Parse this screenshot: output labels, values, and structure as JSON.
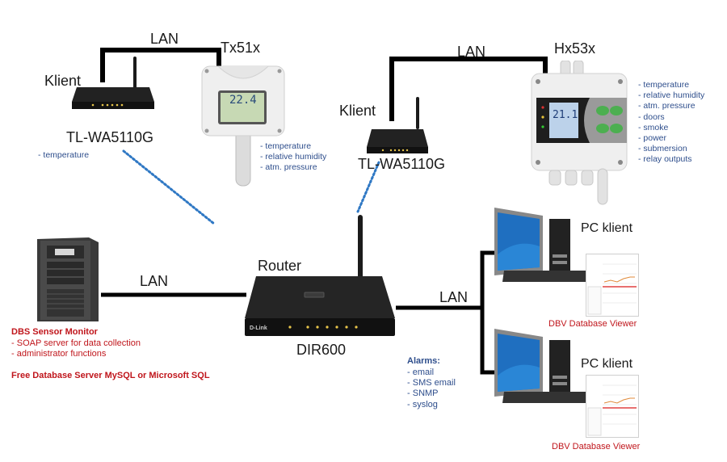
{
  "network": {
    "lan_label": "LAN",
    "links": {
      "top_left_lan": "LAN",
      "top_right_lan": "LAN",
      "server_lan": "LAN",
      "pc_lan": "LAN"
    }
  },
  "nodes": {
    "client_left": {
      "role": "Klient",
      "model": "TL-WA5110G",
      "capabilities": [
        "temperature"
      ]
    },
    "sensor_tx51x": {
      "name": "Tx51x",
      "display_value": "22.4",
      "capabilities": [
        "temperature",
        "relative humidity",
        "atm. pressure"
      ]
    },
    "client_right": {
      "role": "Klient",
      "model": "TL-WA5110G"
    },
    "sensor_hx53x": {
      "name": "Hx53x",
      "display_value": "21.1",
      "capabilities": [
        "temperature",
        "relative humidity",
        "atm.  pressure",
        "doors",
        "smoke",
        "power",
        "submersion",
        "relay outputs"
      ]
    },
    "server": {
      "title": "DBS Sensor Monitor",
      "features": [
        "SOAP server for data collection",
        "administrator functions"
      ],
      "database": "Free Database Server MySQL or Microsoft SQL"
    },
    "router": {
      "role": "Router",
      "model": "DIR600",
      "brand": "D-Link"
    },
    "alarms": {
      "title": "Alarms:",
      "items": [
        "email",
        "SMS email",
        "SNMP",
        "syslog"
      ]
    },
    "pc_top": {
      "role": "PC klient",
      "app": "DBV Database Viewer"
    },
    "pc_bottom": {
      "role": "PC klient",
      "app": "DBV Database Viewer"
    }
  },
  "colors": {
    "wire": "#000000",
    "wireless_link": "#2f78c4",
    "list_text": "#2e4e8c",
    "server_text": "#c0161c"
  }
}
